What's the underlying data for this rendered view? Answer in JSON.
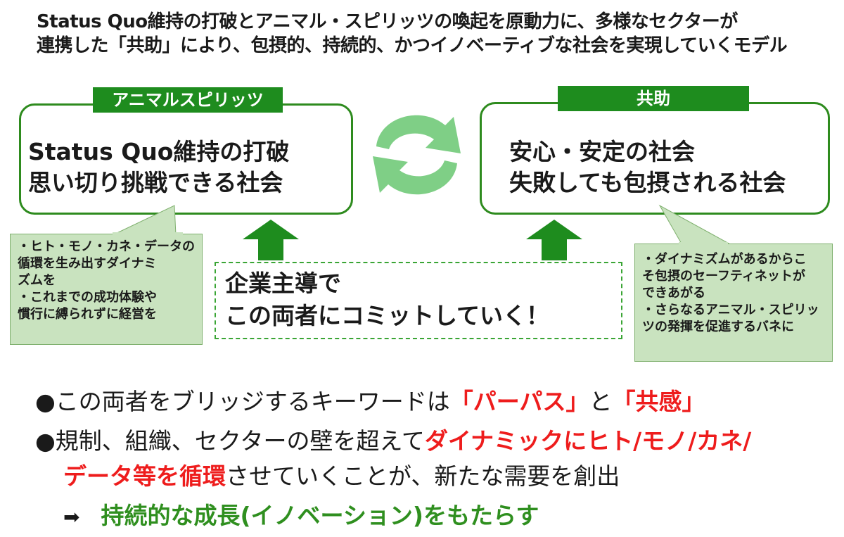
{
  "title": {
    "line1": "Status Quo維持の打破とアニマル・スピリッツの喚起を原動力に、多様なセクターが",
    "line2": "連携した「共助」により、包摂的、持続的、かつイノベーティブな社会を実現していくモデル"
  },
  "left_box": {
    "tab": "アニマルスピリッツ",
    "line1": "Status Quo維持の打破",
    "line2": "思い切り挑戦できる社会"
  },
  "right_box": {
    "tab": "共助",
    "line1": "安心・安定の社会",
    "line2": "失敗しても包摂される社会"
  },
  "left_note": {
    "lines": [
      "・ヒト・モノ・カネ・データの",
      "循環を生み出すダイナミ",
      "ズムを",
      "・これまでの成功体験や",
      "慣行に縛られずに経営を"
    ]
  },
  "right_note": {
    "lines": [
      "・ダイナミズムがあるからこ",
      "そ包摂のセーフティネットが",
      "できあがる",
      "・さらなるアニマル・スピリッ",
      "ツの発揮を促進するバネに"
    ]
  },
  "center": {
    "line1": "企業主導で",
    "line2": "この両者にコミットしていく！"
  },
  "bullets": {
    "b1_pre": "●この両者をブリッジするキーワードは",
    "b1_red1": "「パーパス」",
    "b1_mid": "と",
    "b1_red2": "「共感」",
    "b2_pre": "●規制、組織、セクターの壁を超えて",
    "b2_red": "ダイナミックにヒト/モノ/カネ/",
    "b3_red": "データ等を循環",
    "b3_post": "させていくことが、新たな需要を創出",
    "arrow": "➡",
    "b4_green": "持続的な成長(イノベーション)をもたらす"
  },
  "colors": {
    "dark_green": "#1e8c1e",
    "light_green": "#7fcf86",
    "note_bg": "#c9e3bf",
    "red": "#ee1c1c"
  }
}
